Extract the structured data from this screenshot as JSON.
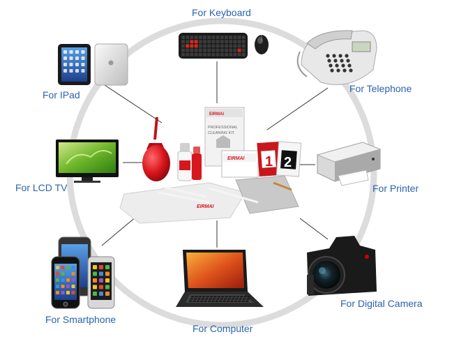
{
  "labels": {
    "keyboard": "For Keyboard",
    "ipad": "For IPad",
    "telephone": "For Telephone",
    "lcd_tv": "For LCD TV",
    "printer": "For Printer",
    "smartphone": "For Smartphone",
    "computer": "For Computer",
    "digital_camera": "For Digital Camera"
  },
  "kit": {
    "brand": "EIRMAI",
    "box_line1": "PROFESSIONAL",
    "box_line2": "CLEANING KIT",
    "tissue_1": "1",
    "tissue_2": "2"
  },
  "colors": {
    "label_text": "#2a63b0",
    "ring": "#dcdcdc",
    "connector": "#333333",
    "brand_red": "#d6171d",
    "blower_red": "#d9161c"
  },
  "icons": [
    "keyboard-icon",
    "mouse-icon",
    "ipad-icon",
    "telephone-icon",
    "lcd-tv-icon",
    "printer-icon",
    "smartphone-icon",
    "laptop-icon",
    "camera-icon"
  ]
}
